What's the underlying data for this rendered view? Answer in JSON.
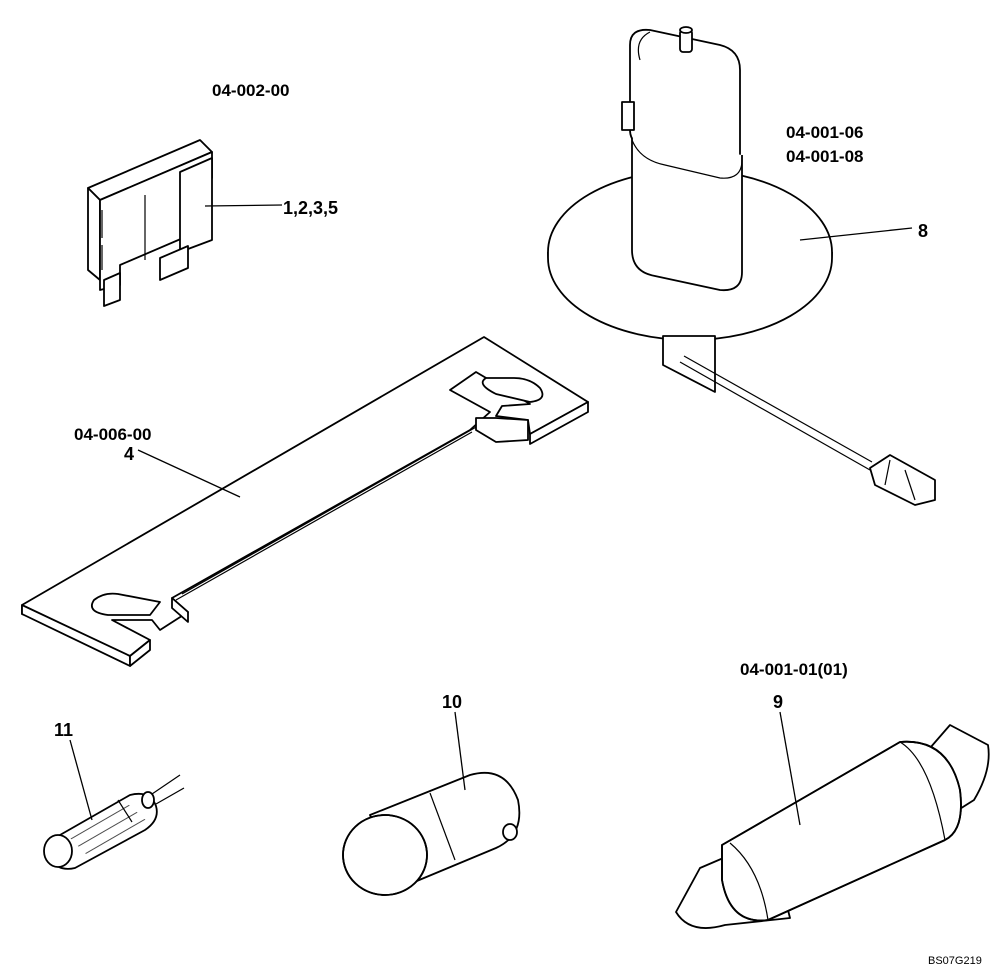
{
  "labels": {
    "fuse_code": "04-002-00",
    "fuse_items": "1,2,3,5",
    "sender_code_a": "04-001-06",
    "sender_code_b": "04-001-08",
    "sender_item": "8",
    "link_code": "04-006-00",
    "link_item": "4",
    "bulb_small_item": "11",
    "bulb_bayonet_item": "10",
    "festoon_code": "04-001-01(01)",
    "festoon_item": "9",
    "drawing_code": "BS07G219"
  }
}
